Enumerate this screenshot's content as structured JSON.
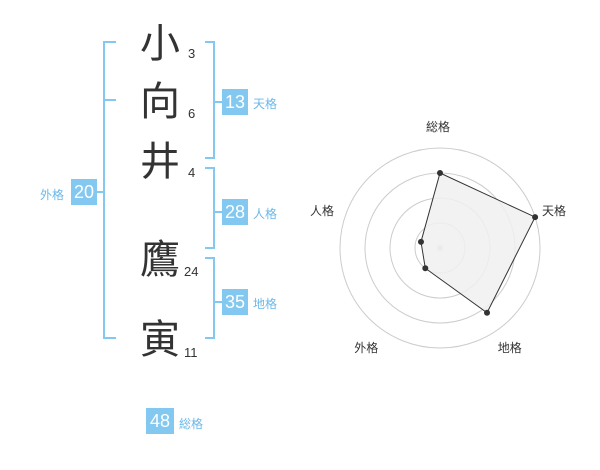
{
  "name": {
    "chars": [
      {
        "kanji": "小",
        "strokes": "3"
      },
      {
        "kanji": "向",
        "strokes": "6"
      },
      {
        "kanji": "井",
        "strokes": "4"
      },
      {
        "kanji": "鷹",
        "strokes": "24"
      },
      {
        "kanji": "寅",
        "strokes": "11"
      }
    ]
  },
  "fortunes": {
    "tenkaku": {
      "value": "13",
      "label": "天格"
    },
    "jinkaku": {
      "value": "28",
      "label": "人格"
    },
    "chikaku": {
      "value": "35",
      "label": "地格"
    },
    "gaikaku": {
      "value": "20",
      "label": "外格"
    },
    "soukaku": {
      "value": "48",
      "label": "総格"
    }
  },
  "colors": {
    "accent": "#82c8f0",
    "bracket": "#82c8f0",
    "text": "#333333",
    "radar_fill": "#f0f0f0",
    "radar_line": "#333333",
    "grid": "#cccccc"
  },
  "chart_data": {
    "type": "radar",
    "axes": [
      "総格",
      "天格",
      "地格",
      "外格",
      "人格"
    ],
    "values": [
      0.75,
      1.0,
      0.8,
      0.25,
      0.2
    ],
    "rings": 4
  }
}
